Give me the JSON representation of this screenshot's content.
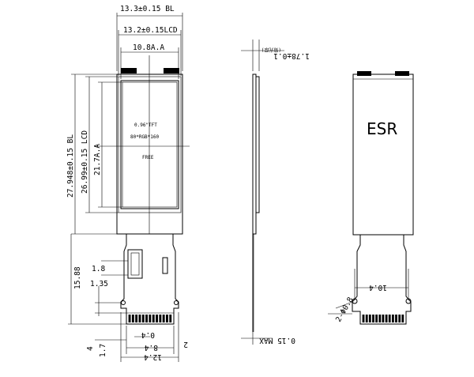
{
  "front_view": {
    "dims": {
      "top_outer": "13.3±0.15 BL",
      "top_lcd": "13.2±0.15LCD",
      "top_aa": "10.8A.A",
      "left_bl": "27.948±0.15 BL",
      "left_lcd": "26.99±0.15 LCD",
      "left_aa": "21.7A.A",
      "left_fpc": "15.88",
      "pin_1_8": "1.8",
      "pin_1_35": "1.35",
      "pin_1_7": "1.7",
      "pin_4": "4",
      "bot_0_4": "0.4",
      "bot_8_4": "8.4",
      "bot_12_4": "12.4",
      "bot_2": "2"
    },
    "lcd_text": {
      "line1": "0.96\"TFT",
      "line2": "80*RGB*160",
      "line3": "FREE"
    }
  },
  "side_view": {
    "dims": {
      "top": "1.78±0.1",
      "top_note": "(背光厚)",
      "bottom": "0.15 MAX"
    }
  },
  "back_view": {
    "label": "ESR",
    "dims": {
      "hole": "2-Φ0.8",
      "pitch": "10.4"
    }
  }
}
